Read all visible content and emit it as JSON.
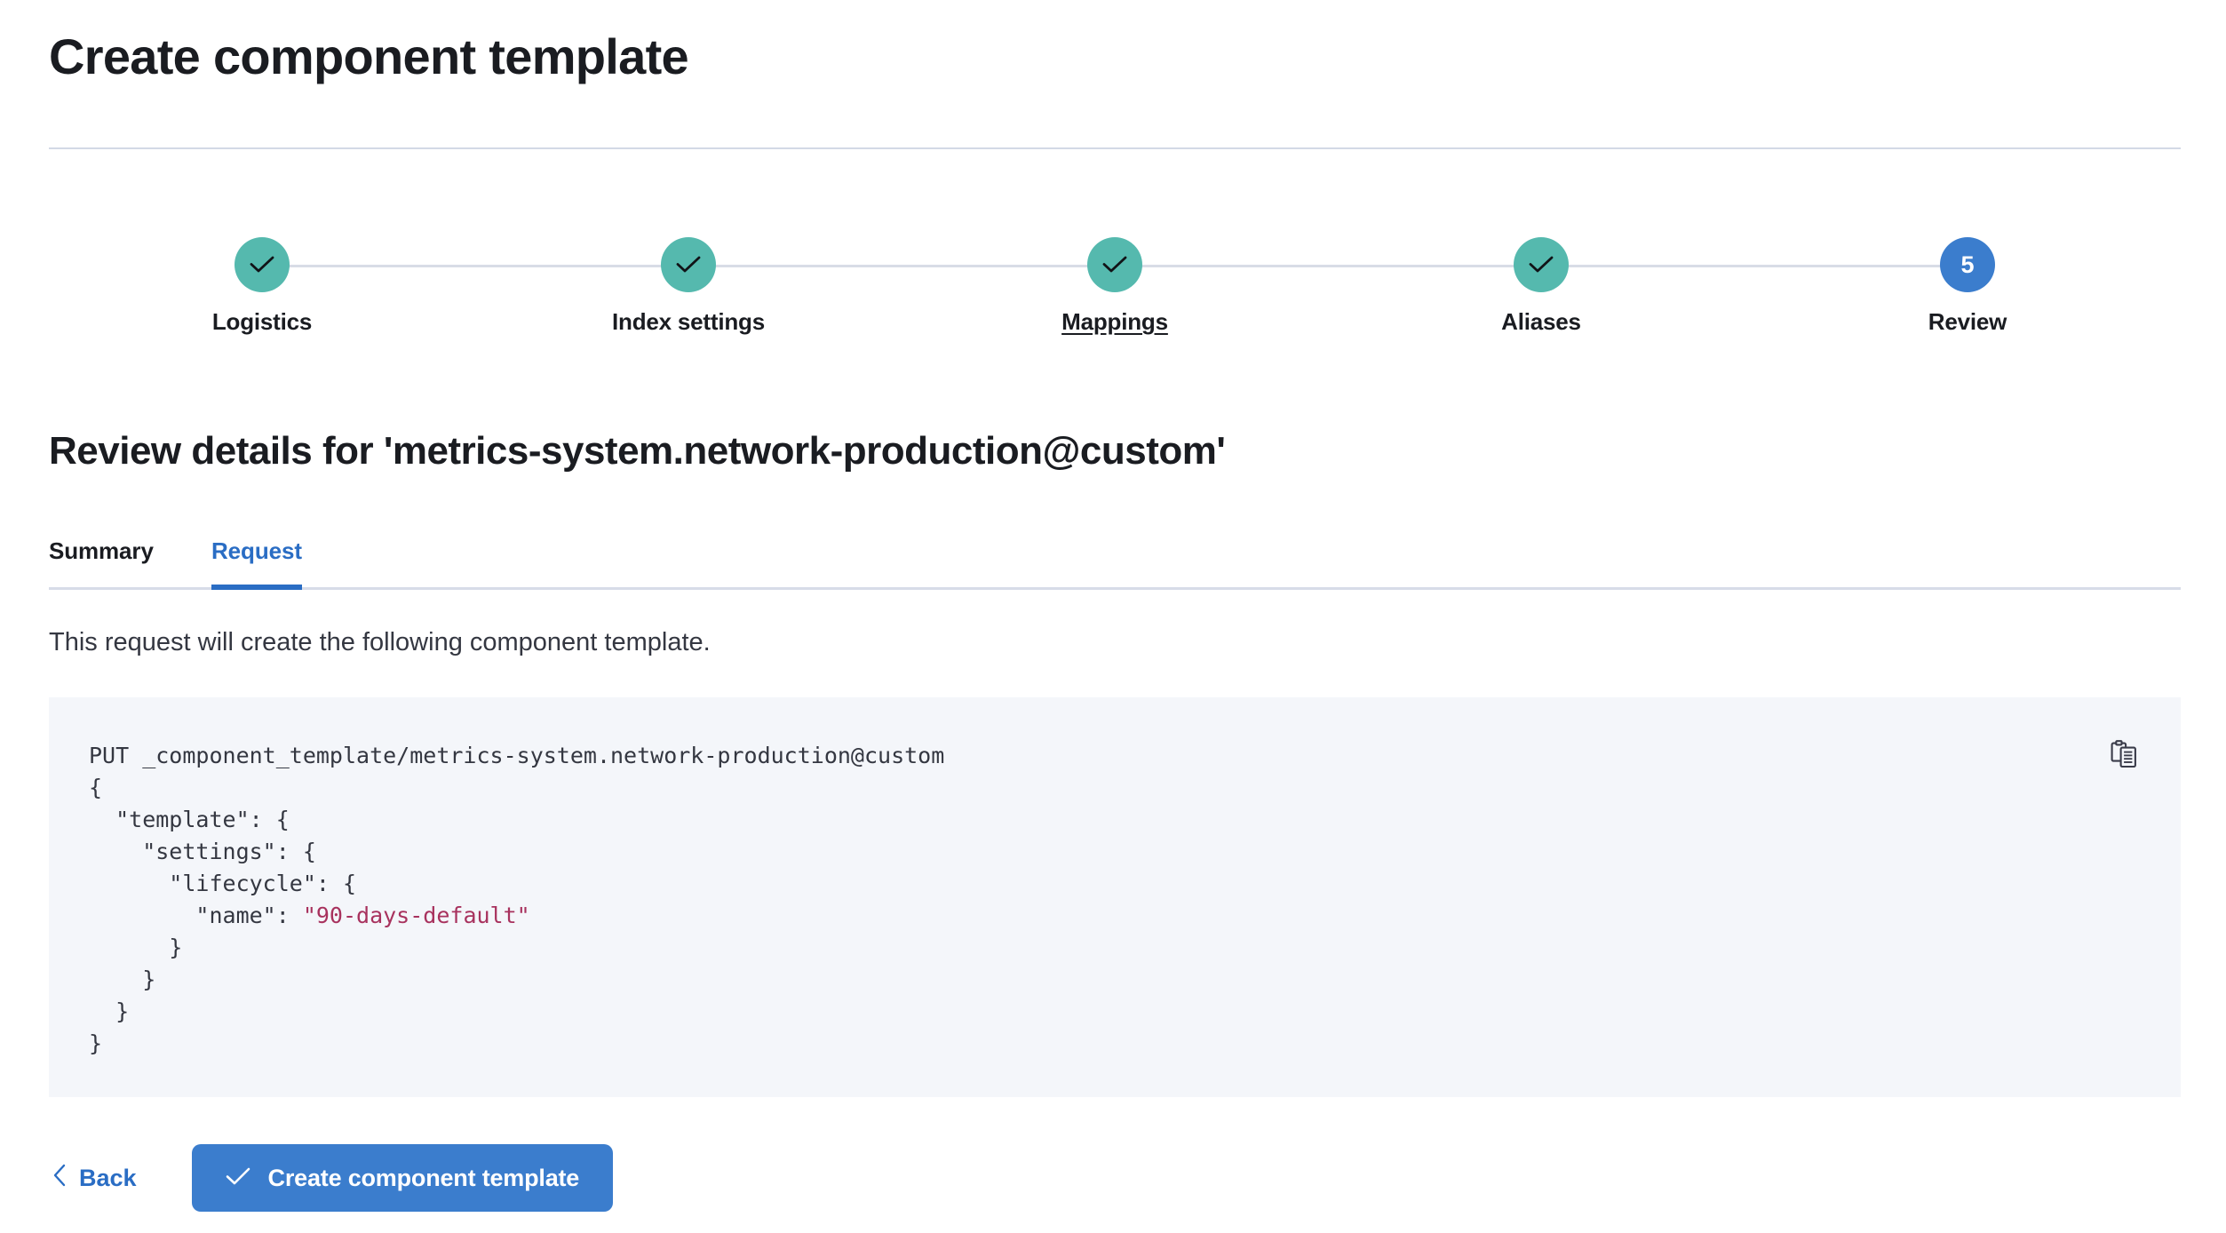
{
  "page": {
    "title": "Create component template"
  },
  "stepper": {
    "steps": [
      {
        "label": "Logistics",
        "state": "done",
        "marker": "check",
        "underlined": false
      },
      {
        "label": "Index settings",
        "state": "done",
        "marker": "check",
        "underlined": false
      },
      {
        "label": "Mappings",
        "state": "done",
        "marker": "check",
        "underlined": true
      },
      {
        "label": "Aliases",
        "state": "done",
        "marker": "check",
        "underlined": false
      },
      {
        "label": "Review",
        "state": "current",
        "marker": "5",
        "underlined": false
      }
    ],
    "done_color": "#55b9ae",
    "current_color": "#3b7dcd",
    "line_color": "#d8dce6"
  },
  "review": {
    "heading": "Review details for 'metrics-system.network-production@custom'"
  },
  "tabs": {
    "items": [
      {
        "label": "Summary",
        "active": false
      },
      {
        "label": "Request",
        "active": true
      }
    ],
    "active_color": "#2a6dc4"
  },
  "request": {
    "description": "This request will create the following component template.",
    "copy_icon": "clipboard-copy-icon",
    "code": {
      "lines": [
        {
          "text": "PUT _component_template/metrics-system.network-production@custom"
        },
        {
          "text": "{"
        },
        {
          "text": "  \"template\": {"
        },
        {
          "text": "    \"settings\": {"
        },
        {
          "text": "      \"lifecycle\": {"
        },
        {
          "prefix": "        \"name\": ",
          "string": "\"90-days-default\""
        },
        {
          "text": "      }"
        },
        {
          "text": "    }"
        },
        {
          "text": "  }"
        },
        {
          "text": "}"
        }
      ],
      "background": "#f4f6fa",
      "string_color": "#a8325e"
    }
  },
  "footer": {
    "back_label": "Back",
    "back_icon": "chevron-left-icon",
    "create_label": "Create component template",
    "create_icon": "check-icon",
    "create_color": "#3b7dcd"
  }
}
